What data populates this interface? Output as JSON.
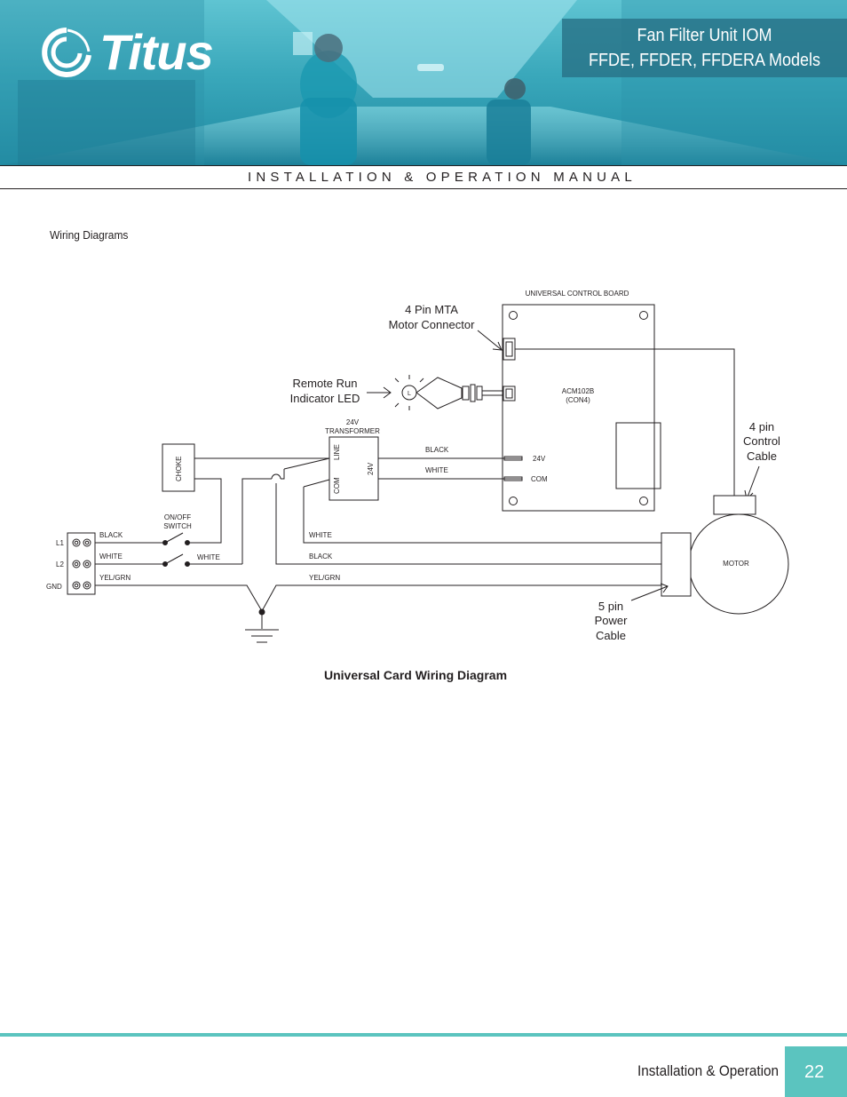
{
  "header": {
    "brand": "Titus",
    "title_line1": "Fan Filter Unit IOM",
    "title_line2": "FFDE, FFDER, FFDERA Models",
    "manual_label": "INSTALLATION & OPERATION MANUAL"
  },
  "section_title": "Wiring Diagrams",
  "diagram": {
    "board_title": "UNIVERSAL CONTROL BOARD",
    "callout_mta_1": "4 Pin MTA",
    "callout_mta_2": "Motor Connector",
    "callout_led_1": "Remote Run",
    "callout_led_2": "Indicator LED",
    "led_symbol": "L",
    "board_model": "ACM102B",
    "board_con": "(CON4)",
    "transformer_1": "24V",
    "transformer_2": "TRANSFORMER",
    "tx_line": "LINE",
    "tx_24v": "24V",
    "tx_com": "COM",
    "choke": "CHOKE",
    "wire_black_top": "BLACK",
    "wire_white_top": "WHITE",
    "pin_24v": "24V",
    "pin_com": "COM",
    "callout_ctrl_1": "4 pin",
    "callout_ctrl_2": "Control",
    "callout_ctrl_3": "Cable",
    "switch_1": "ON/OFF",
    "switch_2": "SWITCH",
    "term_l1": "L1",
    "term_l2": "L2",
    "term_gnd": "GND",
    "wire_black_l1": "BLACK",
    "wire_white_l2": "WHITE",
    "wire_white_sw": "WHITE",
    "wire_yelgrn_1": "YEL/GRN",
    "wire_white_motor": "WHITE",
    "wire_black_motor": "BLACK",
    "wire_yelgrn_2": "YEL/GRN",
    "motor": "MOTOR",
    "callout_pwr_1": "5 pin",
    "callout_pwr_2": "Power",
    "callout_pwr_3": "Cable"
  },
  "caption": "Universal Card Wiring Diagram",
  "footer": {
    "section": "Installation & Operation",
    "page_number": "22"
  },
  "colors": {
    "accent_teal": "#5bc4bf",
    "banner_blue": "#3aa8bb",
    "title_box": "#287387"
  }
}
